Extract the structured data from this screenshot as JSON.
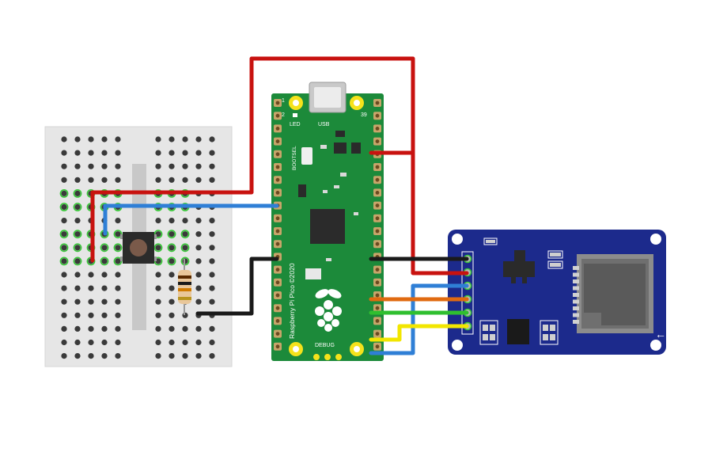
{
  "pico": {
    "pin_1": "1",
    "pin_2": "2",
    "pin_39": "39",
    "led_label": "LED",
    "usb_label": "USB",
    "bootsel_label": "BOOTSEL",
    "board_name": "Raspberry Pi Pico ©2020",
    "debug_label": "DEBUG"
  },
  "colors": {
    "breadboard": "#e6e6e6",
    "pico_board": "#1c8a3a",
    "sd_module": "#1c2a8c",
    "wire_red": "#c8120f",
    "wire_black": "#1a1a1a",
    "wire_blue": "#2f7fd6",
    "wire_orange": "#e06a10",
    "wire_green": "#2fbf2f",
    "wire_yellow": "#f2e600",
    "pad_gold": "#f5e21b"
  },
  "icons": {
    "raspberry_logo": "raspberry-logo-icon",
    "sd_slot": "sd-card-slot-icon",
    "arrow": "left-arrow-icon"
  }
}
